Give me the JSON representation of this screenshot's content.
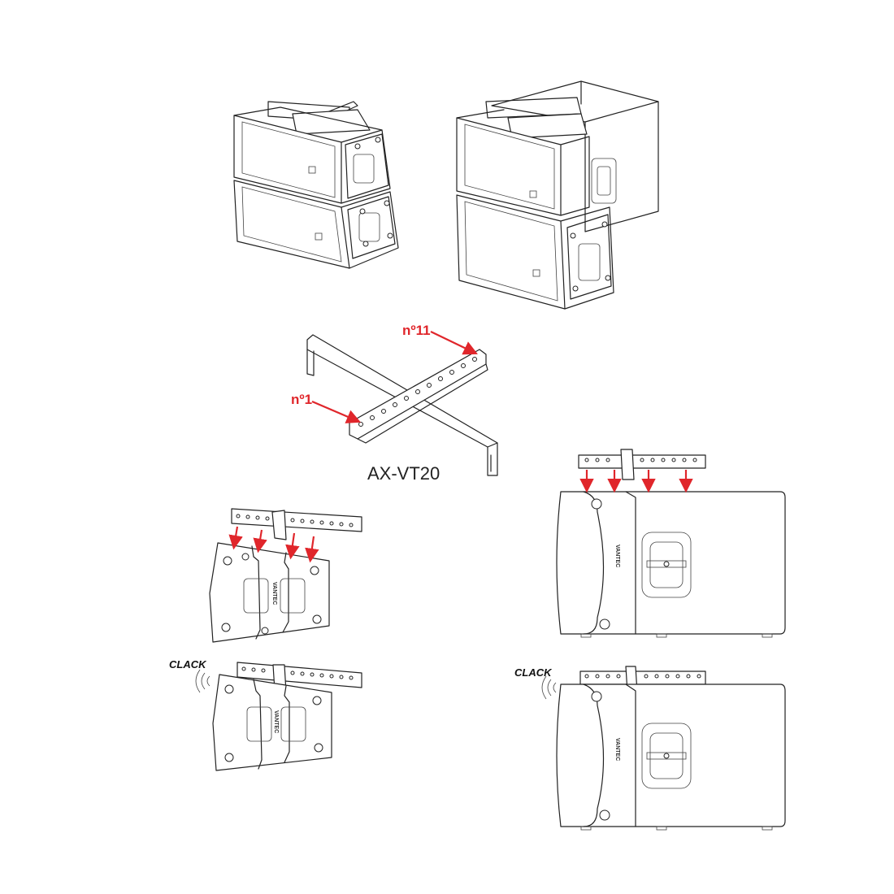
{
  "labels": {
    "hole_first": "nº1",
    "hole_last": "nº11",
    "model": "AX-VT20",
    "clack_left": "CLACK",
    "clack_right": "CLACK",
    "brand": "VANTEC"
  },
  "colors": {
    "accent": "#e0262b",
    "line": "#222222",
    "background": "#ffffff"
  }
}
